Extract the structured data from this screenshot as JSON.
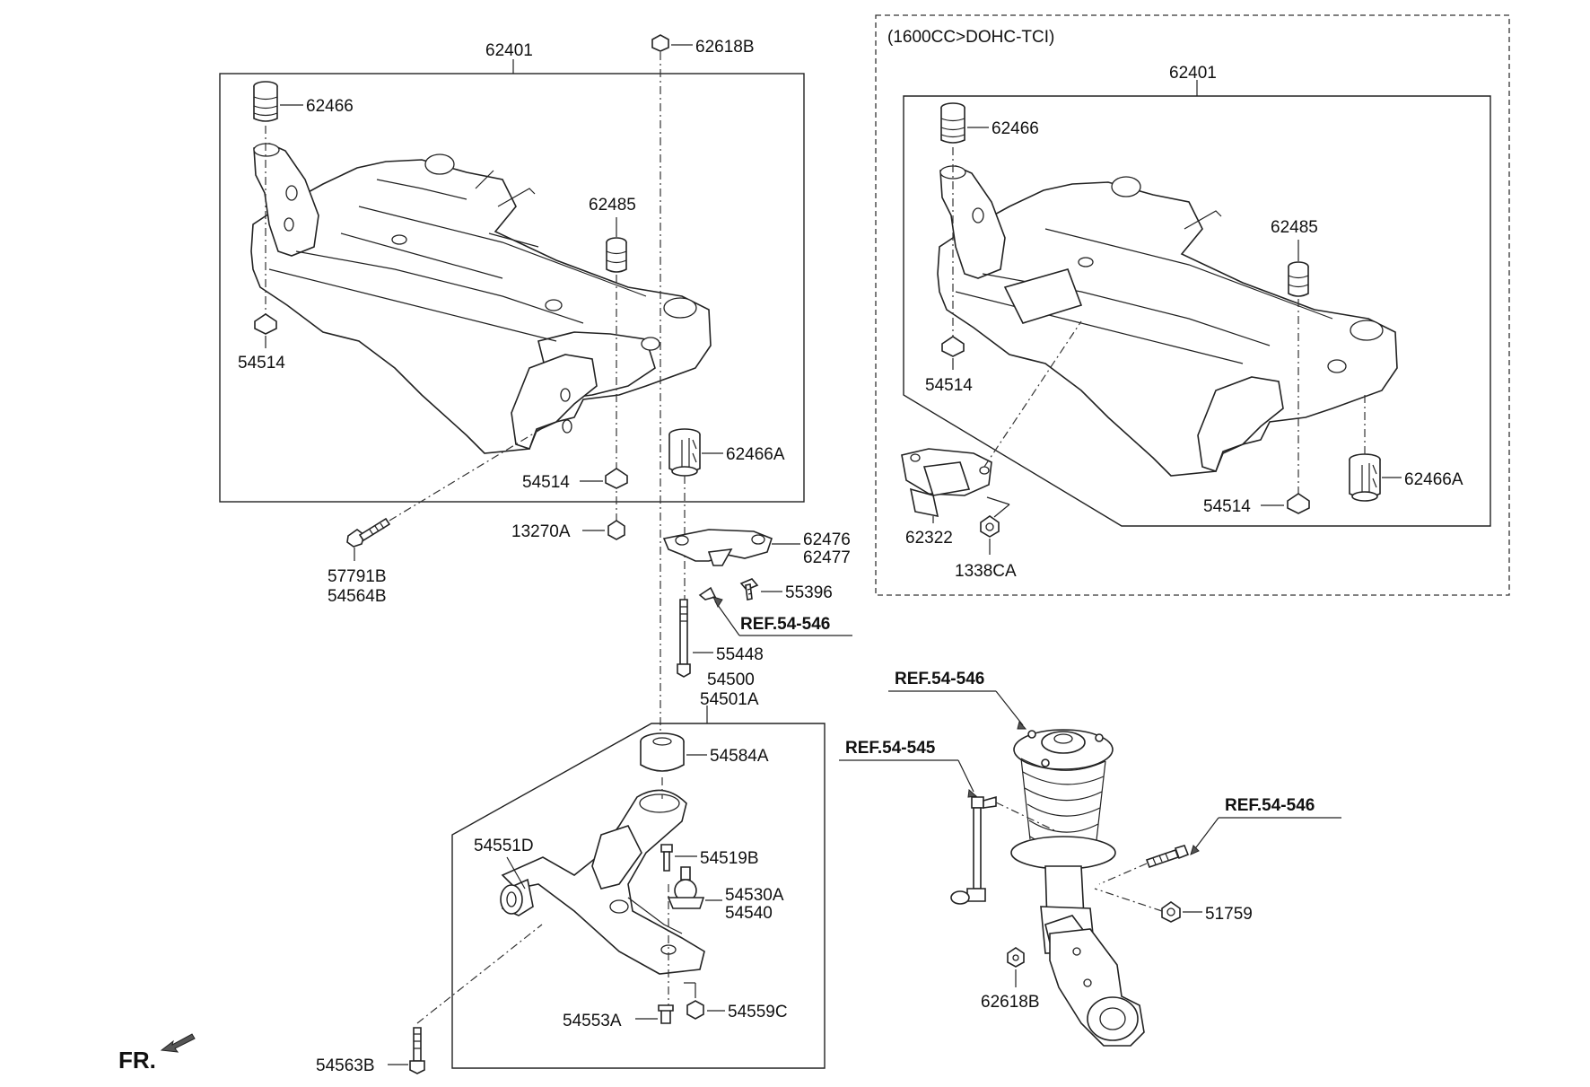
{
  "variant_note": "(1600CC>DOHC-TCI)",
  "direction_label": "FR.",
  "labels": {
    "left_62401": "62401",
    "left_62466": "62466",
    "left_62485": "62485",
    "left_54514_a": "54514",
    "left_54514_b": "54514",
    "left_62466A": "62466A",
    "left_13270A": "13270A",
    "left_57791B": "57791B",
    "left_54564B": "54564B",
    "top_62618B": "62618B",
    "c_62476": "62476",
    "c_62477": "62477",
    "c_55396": "55396",
    "c_ref": "REF.54-546",
    "c_55448": "55448",
    "arm_54500": "54500",
    "arm_54501A": "54501A",
    "arm_54584A": "54584A",
    "arm_54551D": "54551D",
    "arm_54519B": "54519B",
    "arm_54530A": "54530A",
    "arm_54540": "54540",
    "arm_54553A": "54553A",
    "arm_54559C": "54559C",
    "arm_54563B": "54563B",
    "right_62401": "62401",
    "right_62466": "62466",
    "right_62485": "62485",
    "right_54514_a": "54514",
    "right_54514_b": "54514",
    "right_62466A": "62466A",
    "right_62322": "62322",
    "right_1338CA": "1338CA",
    "strut_ref_top": "REF.54-546",
    "strut_ref_link": "REF.54-545",
    "strut_ref_bolt": "REF.54-546",
    "strut_51759": "51759",
    "strut_62618B": "62618B"
  }
}
